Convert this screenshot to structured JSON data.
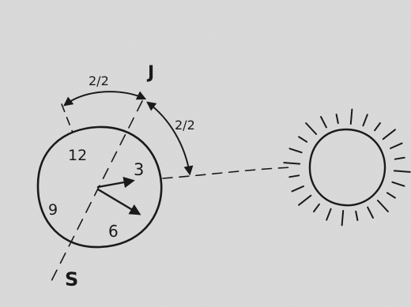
{
  "diagram": {
    "labels": {
      "north": "J",
      "south": "S",
      "angle_top": "2/2",
      "angle_right": "2/2"
    },
    "clock": {
      "numerals": {
        "twelve": "12",
        "three": "3",
        "six": "6",
        "nine": "9"
      },
      "hands": [
        "hour-hand",
        "minute-hand"
      ]
    },
    "sun": {
      "ray_count": 24
    },
    "colors": {
      "paper": "#dcdcdc",
      "ink": "#1a1a1a"
    }
  }
}
